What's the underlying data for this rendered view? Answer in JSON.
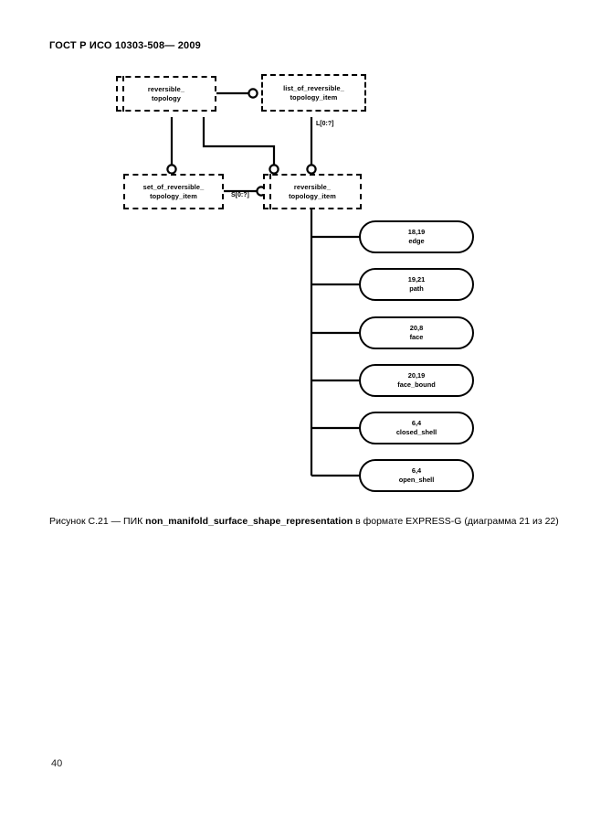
{
  "document": {
    "header": "ГОСТ Р ИСО 10303-508— 2009",
    "page_number": "40"
  },
  "caption": {
    "prefix": "Рисунок С.21 — ПИК ",
    "schema_name": "non_manifold_surface_shape_representation",
    "suffix": " в формате EXPRESS-G (диаграмма 21 из 22)"
  },
  "diagram": {
    "type": "EXPRESS-G",
    "entities": [
      {
        "id": "reversible_topology",
        "label": "reversible_\ntopology",
        "style": "dashed-double-left"
      },
      {
        "id": "list_of_reversible_topology_item",
        "label": "list_of_reversible_\ntopology_item",
        "style": "dashed"
      },
      {
        "id": "set_of_reversible_topology_item",
        "label": "set_of_reversible_\ntopology_item",
        "style": "dashed"
      },
      {
        "id": "reversible_topology_item",
        "label": "reversible_\ntopology_item",
        "style": "dashed-double-left"
      }
    ],
    "cardinality_labels": [
      {
        "id": "list-cardinality",
        "text": "L[0:?]"
      },
      {
        "id": "set-cardinality",
        "text": "S[0:?]"
      }
    ],
    "selections": [
      {
        "id": "edge",
        "page_ref": "18,19",
        "name": "edge"
      },
      {
        "id": "path",
        "page_ref": "19,21",
        "name": "path"
      },
      {
        "id": "face",
        "page_ref": "20,8",
        "name": "face"
      },
      {
        "id": "face_bound",
        "page_ref": "20,19",
        "name": "face_bound"
      },
      {
        "id": "closed_shell",
        "page_ref": "6,4",
        "name": "closed_shell"
      },
      {
        "id": "open_shell",
        "page_ref": "6,4",
        "name": "open_shell"
      }
    ]
  },
  "colors": {
    "ink": "#000000",
    "paper": "#ffffff"
  }
}
